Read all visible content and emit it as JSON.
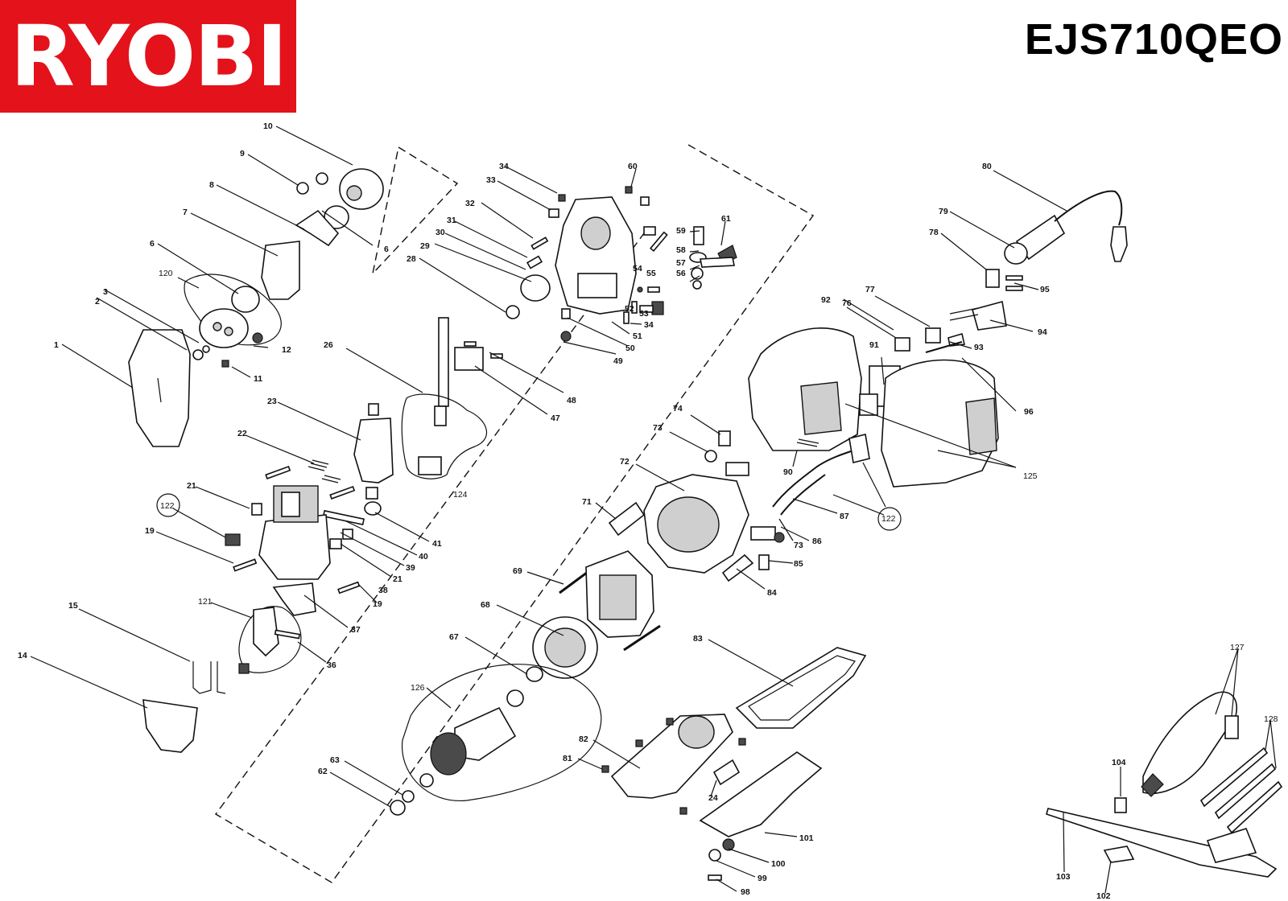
{
  "brand": {
    "logo_text": "RYOBI",
    "logo_color": "#e3121b"
  },
  "model": "EJS710QEO",
  "labels": {
    "p1": "1",
    "p2": "2",
    "p3": "3",
    "p6a": "6",
    "p6b": "6",
    "p7": "7",
    "p8": "8",
    "p9": "9",
    "p10": "10",
    "p11": "11",
    "p12": "12",
    "p14": "14",
    "p15": "15",
    "p19a": "19",
    "p19b": "19",
    "p21a": "21",
    "p21b": "21",
    "p22": "22",
    "p23": "23",
    "p24": "24",
    "p26": "26",
    "p28": "28",
    "p29": "29",
    "p30": "30",
    "p31": "31",
    "p32": "32",
    "p33": "33",
    "p34a": "34",
    "p34b": "34",
    "p36": "36",
    "p37": "37",
    "p38": "38",
    "p39": "39",
    "p40": "40",
    "p41": "41",
    "p47": "47",
    "p48": "48",
    "p49": "49",
    "p50": "50",
    "p51": "51",
    "p52": "52",
    "p53": "53",
    "p54": "54",
    "p55": "55",
    "p56": "56",
    "p57": "57",
    "p58": "58",
    "p59": "59",
    "p60": "60",
    "p61": "61",
    "p62": "62",
    "p63": "63",
    "p67": "67",
    "p68": "68",
    "p69": "69",
    "p71": "71",
    "p72": "72",
    "p73a": "73",
    "p73b": "73",
    "p74": "74",
    "p76": "76",
    "p77": "77",
    "p78": "78",
    "p79": "79",
    "p80": "80",
    "p81": "81",
    "p82": "82",
    "p83": "83",
    "p84": "84",
    "p85": "85",
    "p86": "86",
    "p87": "87",
    "p90": "90",
    "p91": "91",
    "p92": "92",
    "p93": "93",
    "p94": "94",
    "p95": "95",
    "p96": "96",
    "p98": "98",
    "p99": "99",
    "p100": "100",
    "p101": "101",
    "p102": "102",
    "p103": "103",
    "p104": "104",
    "p120": "120",
    "p121": "121",
    "p122a": "122",
    "p122b": "122",
    "p124": "124",
    "p125": "125",
    "p126": "126",
    "p127": "127",
    "p128": "128"
  }
}
